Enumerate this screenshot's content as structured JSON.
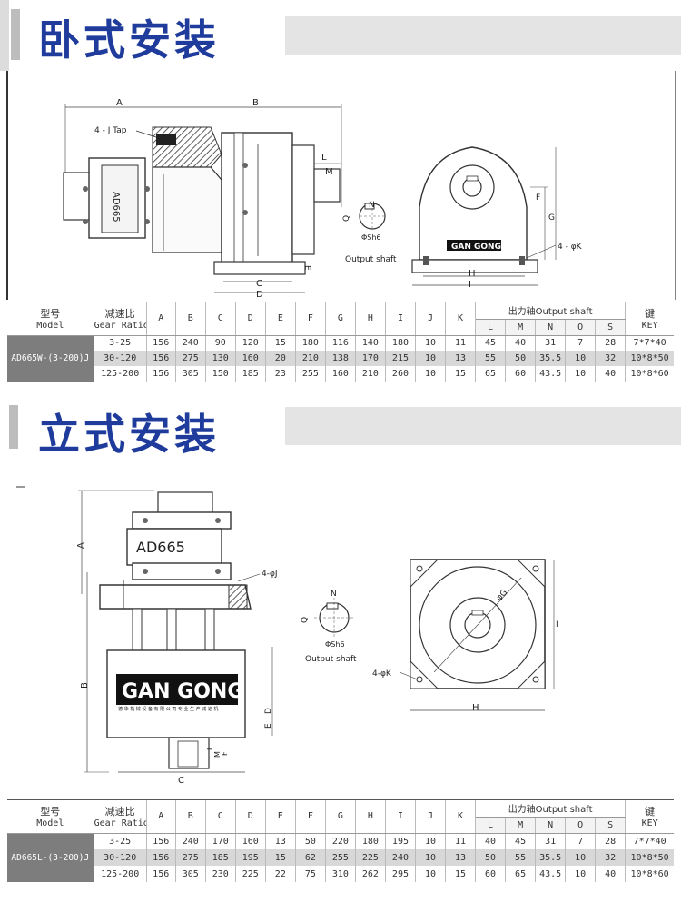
{
  "section_horizontal": {
    "title": "卧式安装",
    "labels": {
      "A": "A",
      "B": "B",
      "C": "C",
      "D": "D",
      "E": "E",
      "F": "F",
      "G": "G",
      "H": "H",
      "I": "I",
      "L": "L",
      "M": "M",
      "N": "N",
      "Q": "Q",
      "tap": "4 - J Tap",
      "hole": "4 - φK",
      "sh6": "ΦSh6",
      "output_shaft": "Output shaft",
      "model_plate": "AD665",
      "brand": "GAN GONG"
    },
    "table": {
      "h_model_cn": "型号",
      "h_model_en": "Model",
      "h_ratio_cn": "减速比",
      "h_ratio_en": "Gear Ratio",
      "h_cols": [
        "A",
        "B",
        "C",
        "D",
        "E",
        "F",
        "G",
        "H",
        "I",
        "J",
        "K"
      ],
      "h_output": "出力轴Output shaft",
      "h_output_cols": [
        "L",
        "M",
        "N",
        "O",
        "S"
      ],
      "h_key_cn": "键",
      "h_key_en": "KEY",
      "model": "AD665W-(3-200)J",
      "rows": [
        {
          "ratio": "3-25",
          "vals": [
            "156",
            "240",
            "90",
            "120",
            "15",
            "180",
            "116",
            "140",
            "180",
            "10",
            "11"
          ],
          "out": [
            "45",
            "40",
            "31",
            "7",
            "28"
          ],
          "key": "7*7*40"
        },
        {
          "ratio": "30-120",
          "vals": [
            "156",
            "275",
            "130",
            "160",
            "20",
            "210",
            "138",
            "170",
            "215",
            "10",
            "13"
          ],
          "out": [
            "55",
            "50",
            "35.5",
            "10",
            "32"
          ],
          "key": "10*8*50"
        },
        {
          "ratio": "125-200",
          "vals": [
            "156",
            "305",
            "150",
            "185",
            "23",
            "255",
            "160",
            "210",
            "260",
            "10",
            "15"
          ],
          "out": [
            "65",
            "60",
            "43.5",
            "10",
            "40"
          ],
          "key": "10*8*60"
        }
      ]
    }
  },
  "section_vertical": {
    "title": "立式安装",
    "labels": {
      "A": "A",
      "B": "B",
      "C": "C",
      "D": "D",
      "E": "E",
      "F": "F",
      "G": "φG",
      "H": "H",
      "I": "I",
      "L": "L",
      "M": "M",
      "N": "N",
      "Q": "Q",
      "hole_j": "4-φJ",
      "hole_k": "4-φK",
      "sh6": "ΦSh6",
      "output_shaft": "Output shaft",
      "model_plate": "AD665",
      "brand": "GAN GONG",
      "brand_sub": "德 华 机 械 设 备 有 限 公 司 专 业 生 产 减 速 机"
    },
    "table": {
      "h_model_cn": "型号",
      "h_model_en": "Model",
      "h_ratio_cn": "减速比",
      "h_ratio_en": "Gear Ratio",
      "h_cols": [
        "A",
        "B",
        "C",
        "D",
        "E",
        "F",
        "G",
        "H",
        "I",
        "J",
        "K"
      ],
      "h_output": "出力轴Output shaft",
      "h_output_cols": [
        "L",
        "M",
        "N",
        "O",
        "S"
      ],
      "h_key_cn": "键",
      "h_key_en": "KEY",
      "model": "AD665L-(3-200)J",
      "rows": [
        {
          "ratio": "3-25",
          "vals": [
            "156",
            "240",
            "170",
            "160",
            "13",
            "50",
            "220",
            "180",
            "195",
            "10",
            "11"
          ],
          "out": [
            "40",
            "45",
            "31",
            "7",
            "28"
          ],
          "key": "7*7*40"
        },
        {
          "ratio": "30-120",
          "vals": [
            "156",
            "275",
            "185",
            "195",
            "15",
            "62",
            "255",
            "225",
            "240",
            "10",
            "13"
          ],
          "out": [
            "50",
            "55",
            "35.5",
            "10",
            "32"
          ],
          "key": "10*8*50"
        },
        {
          "ratio": "125-200",
          "vals": [
            "156",
            "305",
            "230",
            "225",
            "22",
            "75",
            "310",
            "262",
            "295",
            "10",
            "15"
          ],
          "out": [
            "60",
            "65",
            "43.5",
            "10",
            "40"
          ],
          "key": "10*8*60"
        }
      ]
    }
  }
}
